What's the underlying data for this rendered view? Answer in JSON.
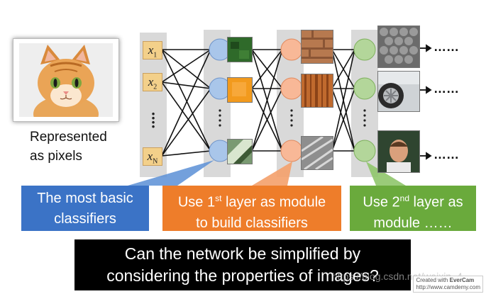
{
  "input_caption": [
    "Represented",
    "as pixels"
  ],
  "inputs": {
    "x1": {
      "base": "x",
      "sub": "1"
    },
    "x2": {
      "base": "x",
      "sub": "2"
    },
    "xN": {
      "base": "x",
      "sub": "N"
    }
  },
  "ellipsis_right": "……",
  "callouts": {
    "basic": {
      "line1": "The most basic",
      "line2": "classifiers",
      "color": "#3b73c6"
    },
    "layer1": {
      "pre": "Use 1",
      "sup": "st",
      "post": " layer as module",
      "line2": "to build classifiers",
      "color": "#ee7d2a"
    },
    "layer2": {
      "pre": "Use 2",
      "sup": "nd",
      "post": " layer as",
      "line2": "module ……",
      "color": "#6aaa3c"
    }
  },
  "banner": {
    "line1": "Can the network be simplified by",
    "line2": "considering the properties of images?"
  },
  "watermark": {
    "created": "Created with",
    "brand": "EverCam",
    "url": "http://www.camdemy.com"
  },
  "overlay_url": "https://blog.csdn.net/weixin_4"
}
